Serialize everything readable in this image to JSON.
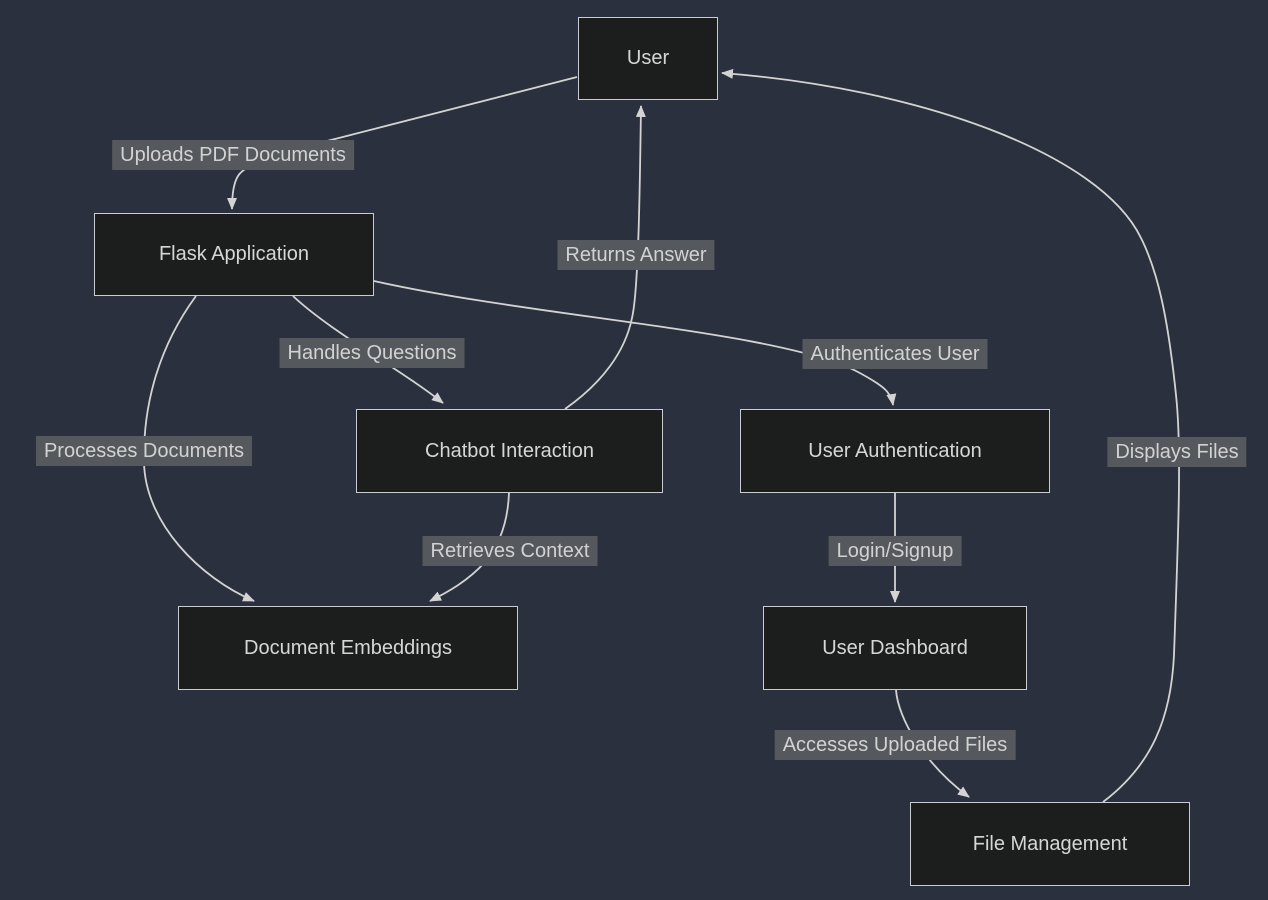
{
  "diagram": {
    "type": "flowchart",
    "direction": "top-down",
    "theme": "dark",
    "nodes": [
      {
        "id": "user",
        "label": "User"
      },
      {
        "id": "flask_application",
        "label": "Flask Application"
      },
      {
        "id": "chatbot_interaction",
        "label": "Chatbot Interaction"
      },
      {
        "id": "user_authentication",
        "label": "User Authentication"
      },
      {
        "id": "document_embeddings",
        "label": "Document Embeddings"
      },
      {
        "id": "user_dashboard",
        "label": "User Dashboard"
      },
      {
        "id": "file_management",
        "label": "File Management"
      }
    ],
    "edges": [
      {
        "from": "user",
        "to": "flask_application",
        "label": "Uploads PDF Documents"
      },
      {
        "from": "flask_application",
        "to": "chatbot_interaction",
        "label": "Handles Questions"
      },
      {
        "from": "flask_application",
        "to": "user_authentication",
        "label": "Authenticates User"
      },
      {
        "from": "flask_application",
        "to": "document_embeddings",
        "label": "Processes Documents"
      },
      {
        "from": "chatbot_interaction",
        "to": "document_embeddings",
        "label": "Retrieves Context"
      },
      {
        "from": "chatbot_interaction",
        "to": "user",
        "label": "Returns Answer"
      },
      {
        "from": "user_authentication",
        "to": "user_dashboard",
        "label": "Login/Signup"
      },
      {
        "from": "user_dashboard",
        "to": "file_management",
        "label": "Accesses Uploaded Files"
      },
      {
        "from": "file_management",
        "to": "user",
        "label": "Displays Files"
      }
    ],
    "colors": {
      "background": "#2a303d",
      "node_fill": "#1c1e1e",
      "node_border": "#c9cdd3",
      "node_text": "#d6d6d6",
      "edge_line": "#d3d3d3",
      "edge_label_bg": "#55585c",
      "edge_label_text": "#d2d2d2"
    }
  }
}
